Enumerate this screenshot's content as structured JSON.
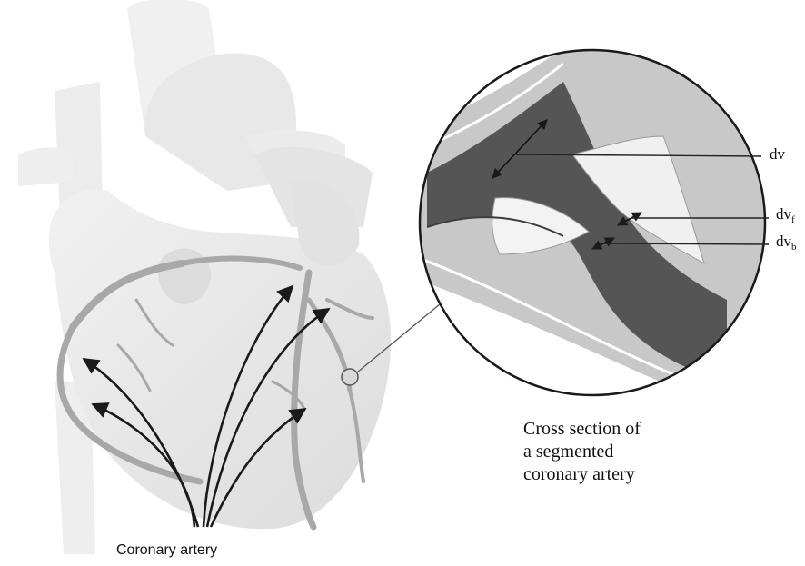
{
  "labels": {
    "dv": "dv",
    "dvf_base": "dv",
    "dvf_sub": "f",
    "dvb_base": "dv",
    "dvb_sub": "b",
    "coronary_artery": "Coronary artery"
  },
  "caption": {
    "line1": "Cross section of",
    "line2": "a segmented",
    "line3": "coronary artery"
  },
  "icons": {
    "heart": "heart-illustration-icon",
    "magnifier": "magnified-artery-cross-section-icon"
  },
  "colors": {
    "heart_tissue": "#e6e6e6",
    "artery": "#a8a8a8",
    "lumen": "#555555",
    "plaque": "#f0f0f0",
    "wall": "#c8c8c8",
    "ink": "#111111"
  }
}
